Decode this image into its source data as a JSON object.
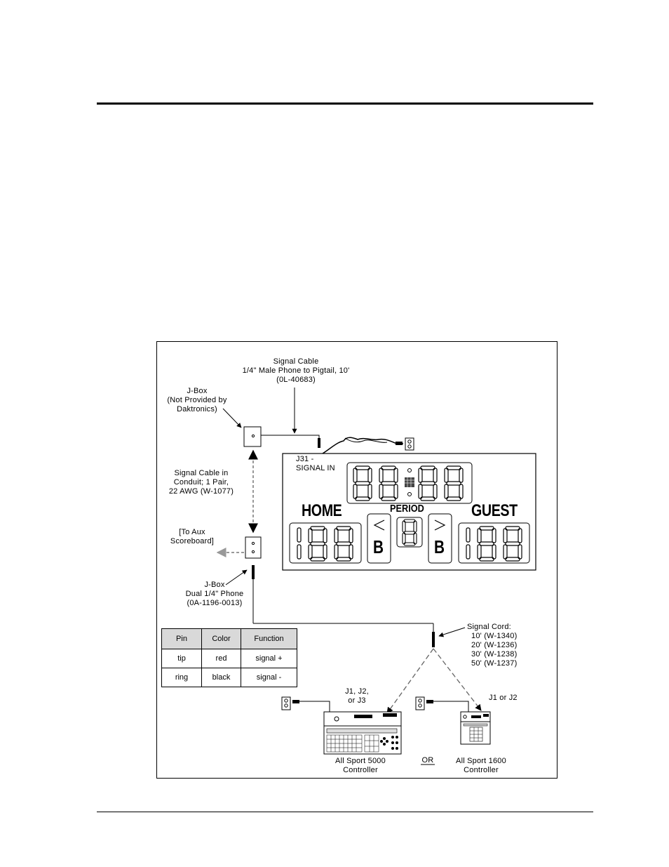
{
  "labels": {
    "signal_cable_top": [
      "Signal Cable",
      "1/4\" Male Phone to Pigtail, 10'",
      "(0L-40683)"
    ],
    "jbox_top": [
      "J-Box",
      "(Not Provided by",
      "Daktronics)"
    ],
    "j31": [
      "J31 -",
      "SIGNAL IN"
    ],
    "conduit": [
      "Signal Cable in",
      "Conduit; 1 Pair,",
      "22 AWG (W-1077)"
    ],
    "aux": [
      "[To Aux",
      "Scoreboard]"
    ],
    "jbox_bottom": [
      "J-Box",
      "Dual 1/4\" Phone",
      "(0A-1196-0013)"
    ],
    "signal_cord": [
      "Signal Cord:",
      "10' (W-1340)",
      "20' (W-1236)",
      "30' (W-1238)",
      "50' (W-1237)"
    ],
    "j123": [
      "J1, J2,",
      "or J3"
    ],
    "j12": "J1 or J2",
    "ctrl5000": [
      "All Sport 5000",
      "Controller"
    ],
    "ctrl1600": [
      "All Sport 1600",
      "Controller"
    ],
    "or": "OR"
  },
  "scoreboard": {
    "home": "HOME",
    "guest": "GUEST",
    "period": "PERIOD",
    "bonus_left": "B",
    "bonus_right": "B"
  },
  "pin_table": {
    "headers": [
      "Pin",
      "Color",
      "Function"
    ],
    "rows": [
      [
        "tip",
        "red",
        "signal +"
      ],
      [
        "ring",
        "black",
        "signal -"
      ]
    ]
  }
}
